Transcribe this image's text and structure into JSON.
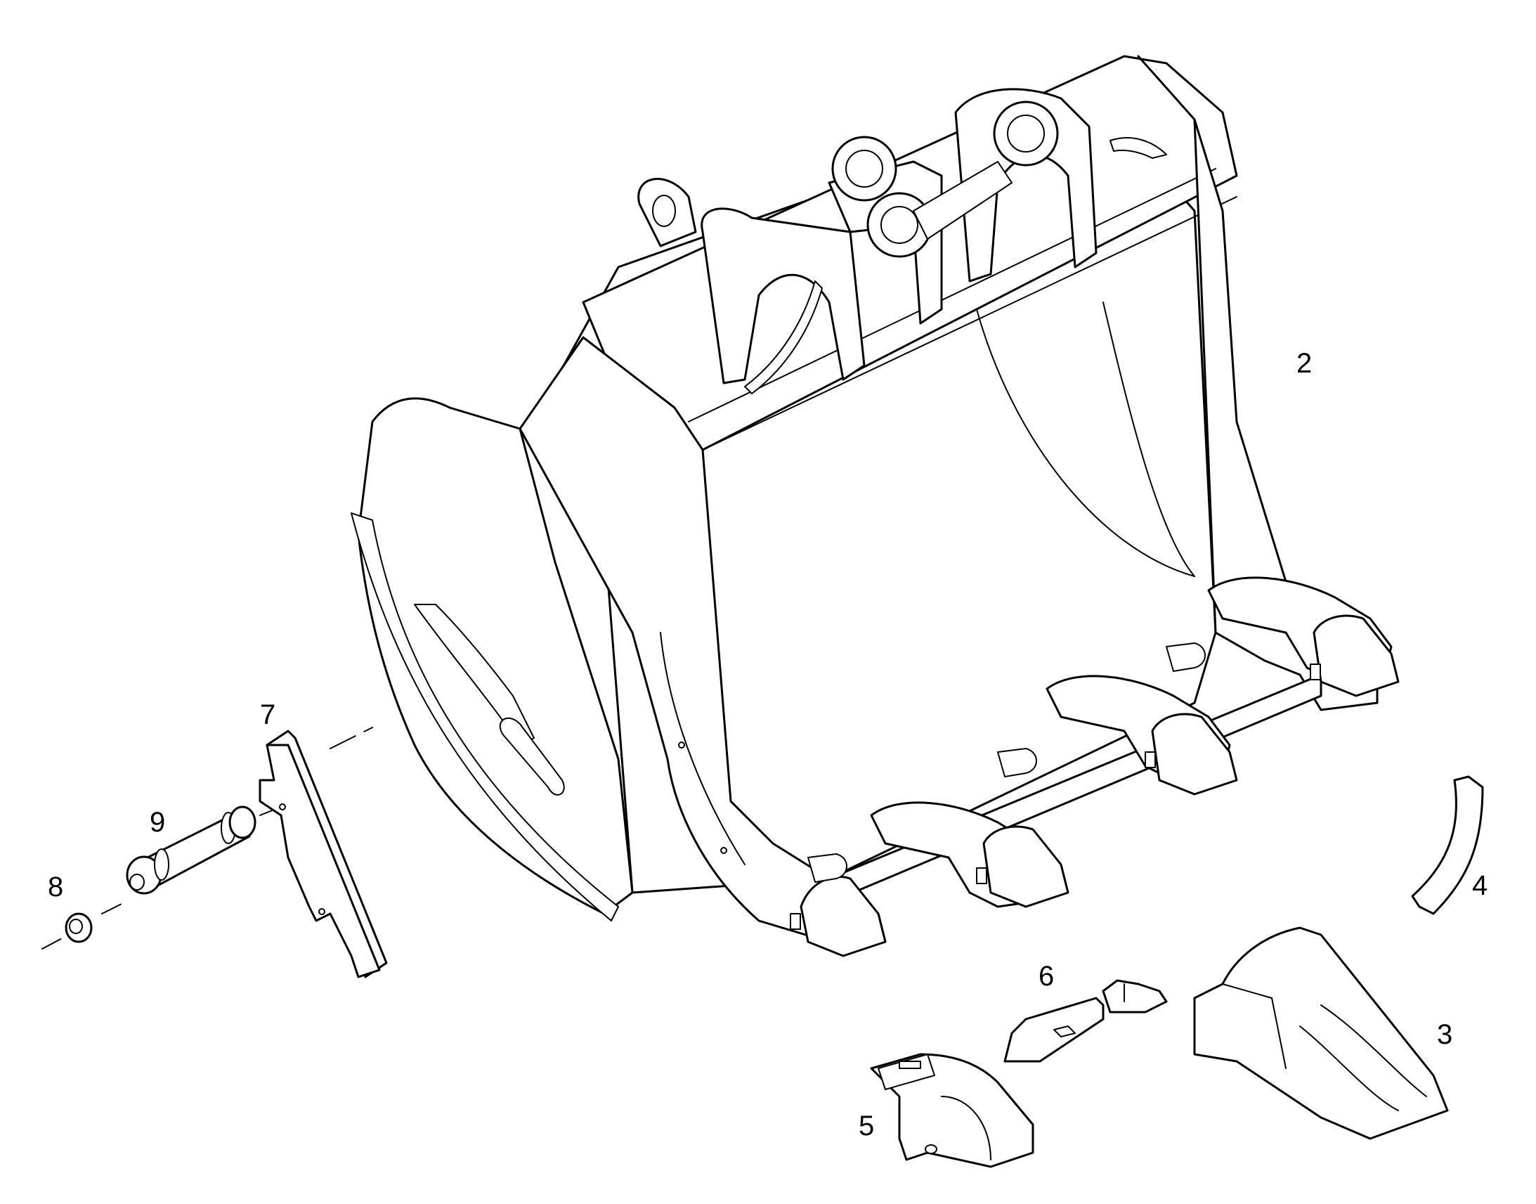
{
  "diagram": {
    "callouts": [
      {
        "id": "2",
        "label": "2"
      },
      {
        "id": "3",
        "label": "3"
      },
      {
        "id": "4",
        "label": "4"
      },
      {
        "id": "5",
        "label": "5"
      },
      {
        "id": "6",
        "label": "6"
      },
      {
        "id": "7",
        "label": "7"
      },
      {
        "id": "8",
        "label": "8"
      },
      {
        "id": "9",
        "label": "9"
      }
    ]
  }
}
